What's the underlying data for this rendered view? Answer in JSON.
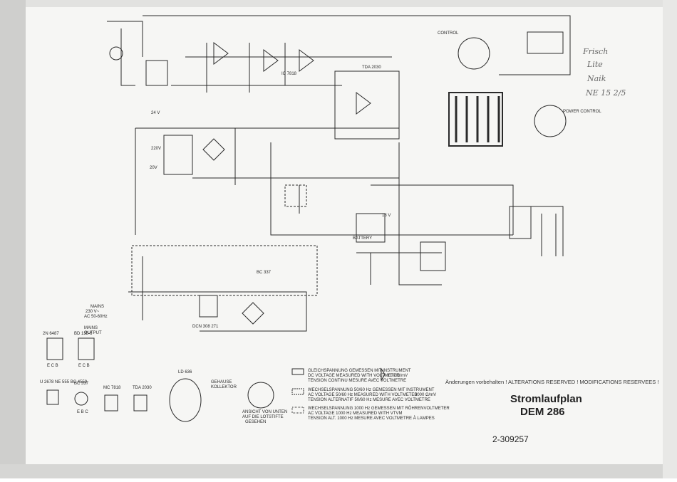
{
  "title": "Stromlaufplan",
  "model": "DEM 286",
  "doc_number": "2-309257",
  "notice": "Änderungen vorbehalten ! ALTERATIONS RESERVED ! MODIFICATIONS RESERVEES !",
  "handwritten": [
    "Frisch",
    "Lite",
    "Naik",
    "NE 15 2/5"
  ],
  "labels": {
    "control": "CONTROL",
    "power_control": "POWER CONTROL",
    "mains_in": [
      "MAINS",
      "230 V~",
      "AC 50-60Hz"
    ],
    "mains_output": [
      "MAINS",
      "OUTPUT"
    ],
    "battery": "BATTERY",
    "v24": "24 V",
    "v18": "18 V",
    "v220": "220V",
    "v20": "20V",
    "ic_7818": "IC 7818",
    "tda2030": "TDA 2030",
    "dcn": "DCN 308 271",
    "bc337": "BC 337",
    "gehaeuse": [
      "GEHAUSE",
      "KOLLEKTOR"
    ],
    "ansicht": [
      "ANSICHT VON UNTEN",
      "AUF DIE LOTSTIFTE",
      "GESEHEN"
    ]
  },
  "packages": [
    {
      "name": "2N 6487",
      "pins": "E C B"
    },
    {
      "name": "BD 135-6",
      "pins": "E C B"
    },
    {
      "name": "U 2678 NE 555 BC 4559",
      "pins": ""
    },
    {
      "name": "BC 337",
      "pins": "E B C"
    },
    {
      "name": "MC 7818",
      "pins": ""
    },
    {
      "name": "TDA 2030",
      "pins": ""
    },
    {
      "name": "LD 636",
      "pins": ""
    }
  ],
  "legend": [
    {
      "lines": [
        "GLEICHSPANNUNG GEMESSEN MIT INSTRUMENT",
        "DC VOLTAGE MEASURED WITH VOLTMETER",
        "TENSION CONTINU MESURE AVEC VOLTMETRE"
      ],
      "value": "10 k Ω/mV"
    },
    {
      "lines": [
        "WECHSELSPANNUNG 50/60 Hz GEMESSEN MIT INSTRUMENT",
        "AC VOLTAGE 50/60 Hz MEASURED WITH VOLTMETER",
        "TENSION ALTERNATIF 50/60 Hz MESURE AVEC VOLTMETRE"
      ],
      "value": "3000 Ω/mV"
    },
    {
      "lines": [
        "WECHSELSPANNUNG 1000 Hz GEMESSEN MIT RÖHRENVOLTMETER",
        "AC VOLTAGE 1000 Hz MEASURED WITH VTVM",
        "TENSION ALT. 1000 Hz MESURE AVEC VOLTMETRE À LAMPES"
      ],
      "value": ""
    }
  ]
}
